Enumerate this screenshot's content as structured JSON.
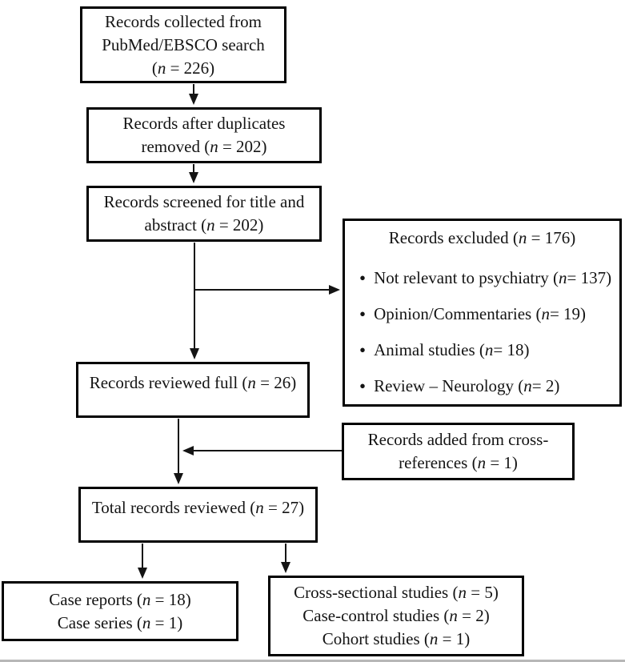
{
  "diagram_type": "flowchart",
  "boxes": {
    "collected": {
      "lines": [
        "Records collected from",
        "PubMed/EBSCO search",
        "(n = 226)"
      ]
    },
    "duplicates": {
      "lines": [
        "Records after duplicates",
        "removed (n = 202)"
      ]
    },
    "screened": {
      "lines": [
        "Records screened for title and",
        "abstract (n = 202)"
      ]
    },
    "excluded": {
      "header": "Records excluded (n = 176)",
      "bullets": [
        "Not relevant to psychiatry (n = 137)",
        "Opinion/Commentaries (n = 19)",
        "Animal studies (n = 18)",
        "Review – Neurology (n = 2)"
      ]
    },
    "reviewed_full": {
      "lines": [
        "Records reviewed full (n = 26)"
      ]
    },
    "cross_references": {
      "lines": [
        "Records added from cross-",
        "references (n = 1)"
      ]
    },
    "total": {
      "lines": [
        "Total records reviewed (n = 27)"
      ]
    },
    "case_reports": {
      "lines": [
        "Case reports (n = 18)",
        "Case series (n = 1)"
      ]
    },
    "study_types": {
      "lines": [
        "Cross-sectional studies (n = 5)",
        "Case-control studies (n = 2)",
        "Cohort studies (n = 1)"
      ]
    }
  },
  "colors": {
    "border": "#000000",
    "background": "#ffffff",
    "text": "#141414",
    "bottom_rule": "#b7b7b7"
  }
}
